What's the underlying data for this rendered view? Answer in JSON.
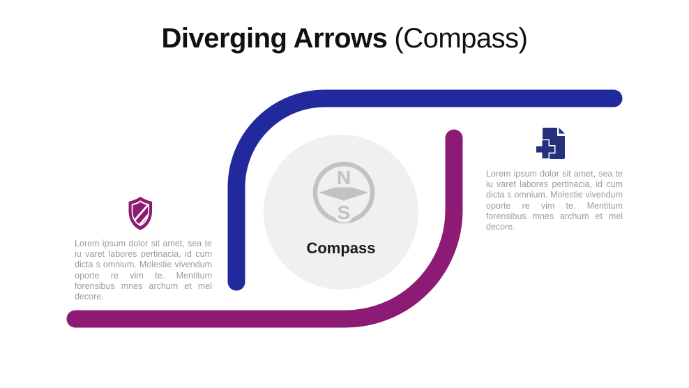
{
  "title": {
    "bold": "Diverging Arrows",
    "suffix": "(Compass)"
  },
  "center": {
    "label": "Compass",
    "compass_north": "N",
    "compass_south": "S"
  },
  "items": [
    {
      "position": "left",
      "icon": "shield-icon",
      "text": "Lorem ipsum dolor sit amet, sea te iu varet labores pertinacia, id cum dicta s omnium. Molestie vivendum oporte re vim te. Mentitum forensibus mnes archum et mel decore."
    },
    {
      "position": "right",
      "icon": "document-add-icon",
      "text": "Lorem ipsum dolor sit amet, sea te iu varet labores pertinacia, id cum dicta s omnium. Molestie vivendum oporte re vim te. Mentitum forensibus mnes archum et mel decore."
    }
  ],
  "colors": {
    "arrow_blue": "#22299C",
    "arrow_magenta": "#8D1A75",
    "shield_magenta": "#8E1A72",
    "document_navy": "#26317D",
    "compass_glyph": "#C2C2C2",
    "circle_fill": "#F0F0F0",
    "body_text": "#9B9B9B",
    "title_color": "#111111"
  }
}
